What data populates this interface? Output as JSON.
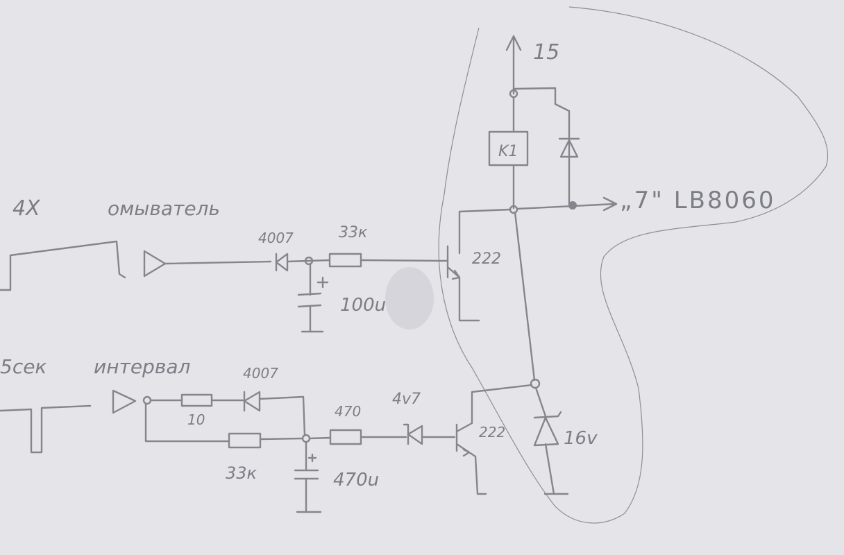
{
  "paper": {
    "background": "#e4e4e9",
    "pencil": "#85858d"
  },
  "labels": {
    "supply": "15",
    "relay": "K1",
    "output": "„7\" LB8060",
    "top_input_mode": "4X",
    "top_input_name": "омыватель",
    "top_diode": "4007",
    "top_resistor": "33к",
    "top_transistor": "222",
    "top_capacitor": "100u",
    "bottom_input_mode": "5сек",
    "bottom_input_name": "интервал",
    "bottom_diode": "4007",
    "bottom_resistor_small": "10",
    "bottom_resistor_large": "33к",
    "bottom_resistor_series": "470",
    "bottom_zener": "4v7",
    "bottom_transistor": "222",
    "bottom_capacitor": "470u",
    "zener_16": "16v"
  }
}
